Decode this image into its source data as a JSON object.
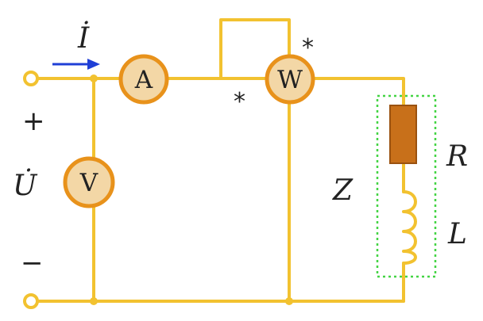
{
  "diagram": {
    "meters": {
      "ammeter": "A",
      "wattmeter": "W",
      "voltmeter": "V"
    },
    "labels": {
      "current": "İ",
      "voltage": "U̇",
      "plus": "+",
      "minus": "−",
      "impedance": "Z",
      "resistance": "R",
      "inductance": "L"
    },
    "polarity_marks": {
      "current_coil": "*",
      "voltage_coil": "*"
    },
    "colors": {
      "wire": "#f2c230",
      "meter_fill": "#f3d7a6",
      "meter_ring": "#e8921b",
      "resistor": "#c8701a",
      "inductor": "#d98a1e",
      "impedance_box": "#44d444",
      "current_arrow": "#1f3fd6"
    }
  }
}
